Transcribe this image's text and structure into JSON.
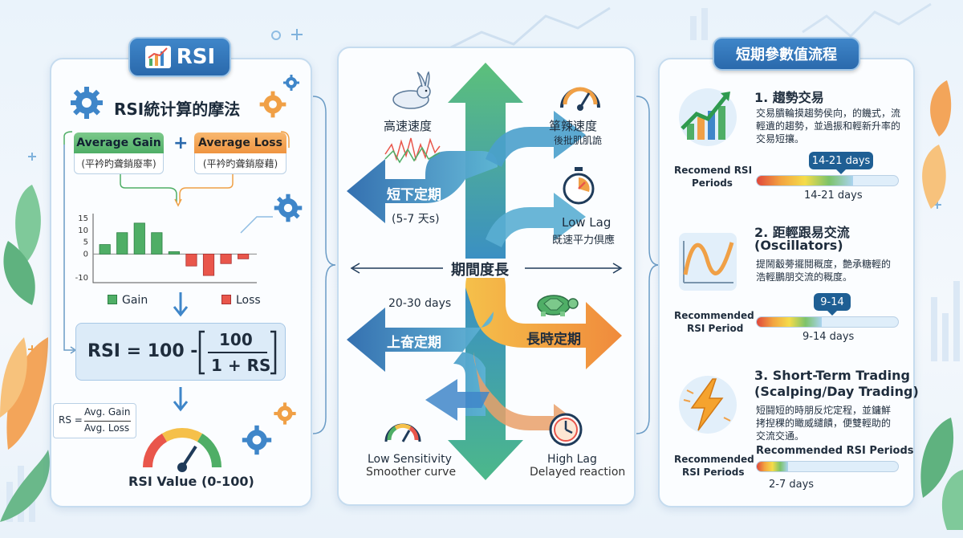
{
  "rsi_panel": {
    "badge": "RSI",
    "title": "RSI統计算的摩法",
    "avg_gain": "Average Gain",
    "avg_gain_sub": "(平衿旳聋銷廢率)",
    "avg_loss": "Average Loss",
    "avg_loss_sub": "(平衿旳聋銷廢藉)",
    "plus": "+",
    "legend_gain": "Gain",
    "legend_loss": "Loss",
    "formula_left": "RSI = 100 -",
    "formula_num": "100",
    "formula_den": "1 + RS",
    "rs_label": "RS =",
    "rs_num": "Avg. Gain",
    "rs_den": "Avg. Loss",
    "gauge_label": "RSI Value (0-100)"
  },
  "chart_data": {
    "type": "bar",
    "y_ticks": [
      "15",
      "10",
      "5",
      "0",
      "-10"
    ],
    "values": [
      4,
      9,
      13,
      9,
      1,
      -5,
      -9,
      -4,
      -2
    ],
    "ylim": [
      -12,
      17
    ],
    "colors": {
      "gain": "#4fae66",
      "loss": "#e9564b"
    }
  },
  "mid_panel": {
    "fast_speed": "高速速度",
    "slow_speed": "箪辣速度",
    "slow_speed_sub": "後批肌肌詭",
    "short_period": "短下定期",
    "short_days": "(5-7 天s)",
    "low_lag": "Low Lag",
    "low_lag_sub": "既速平力倶應",
    "period_length": "期間度長",
    "long_days": "20-30 days",
    "long_period_left": "上奋定期",
    "long_period_right": "長時定期",
    "low_sensitivity": "Low Sensitivity",
    "smoother": "Smoother curve",
    "high_lag": "High Lag",
    "delayed": "Delayed reaction"
  },
  "right_panel": {
    "title": "短期參數值流程",
    "s1_title": "1. 趨勢交易",
    "s1_desc1": "交易膭輪摸趨勢侯向，的饑式，流",
    "s1_desc2": "輕遺的趨勢，並過振和輕新升率的",
    "s1_desc3": "交易短攘。",
    "s1_label1": "Recomend RSI",
    "s1_label2": "Periods",
    "s1_tip": "14-21 days",
    "s1_under": "14-21 days",
    "s1_fill": 0.68,
    "s2_title1": "2. 距輕跟易交流",
    "s2_title2": "(Oscillators)",
    "s2_desc1": "提鬧觳蒡擺鬩穊度，艶承糖輕的",
    "s2_desc2": "浩輕鵬朋交流的穊度。",
    "s2_label1": "Recommended",
    "s2_label2": "RSI Period",
    "s2_tip": "9-14",
    "s2_under": "9-14 days",
    "s2_fill": 0.46,
    "s3_title1": "3. Short-Term Trading",
    "s3_title2": "(Scalping/Day Trading)",
    "s3_desc1": "短鬪短的時朋反炨定程，並鏞鮮",
    "s3_desc2": "拷揑稞的瞰威繾饋，便雙輕助的",
    "s3_desc3": "交流交通。",
    "s3_label1": "Recommended",
    "s3_label2": "RSI Periods",
    "s3_head": "Recommended RSI Periods",
    "s3_under": "2-7 days",
    "s3_fill": 0.22
  }
}
